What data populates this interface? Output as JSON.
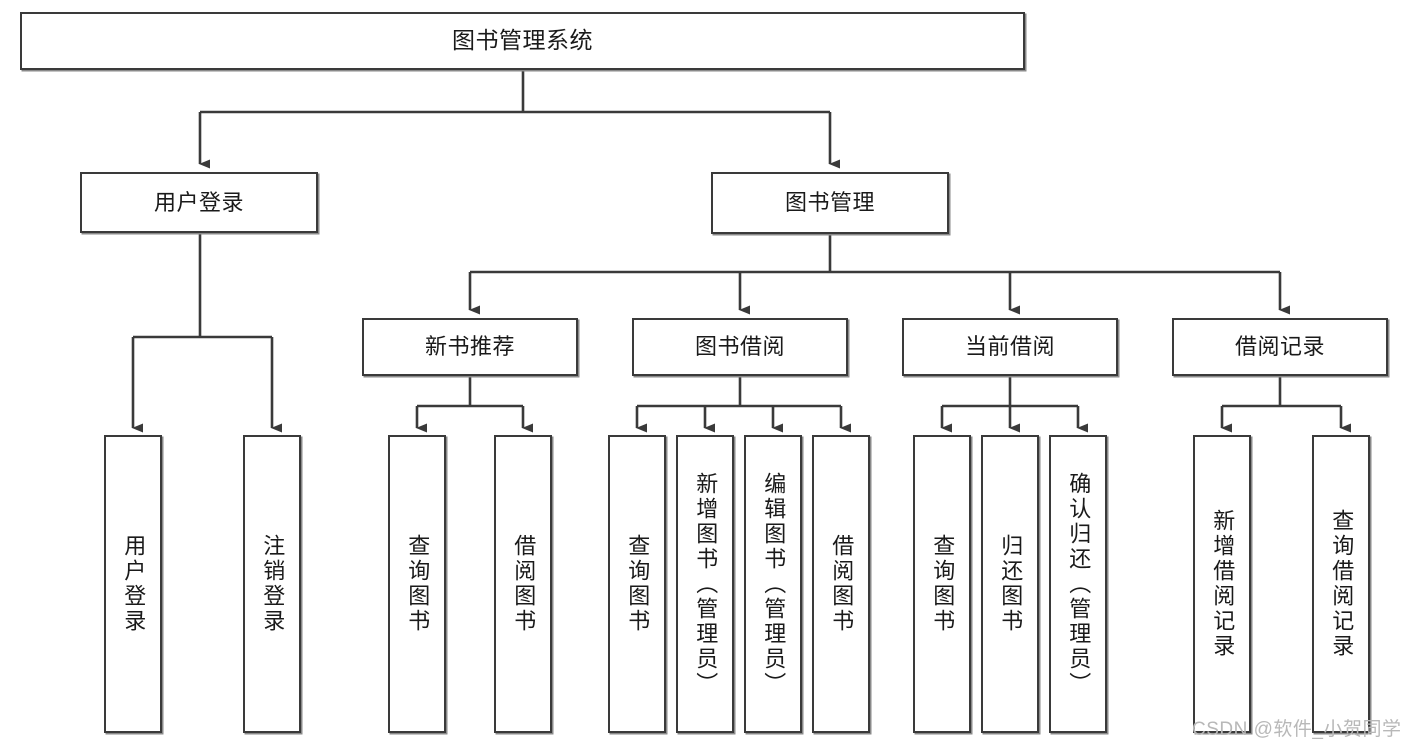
{
  "diagram": {
    "title": "图书管理系统",
    "type": "tree-hierarchy-chart",
    "stroke_color": "#3a3a3a",
    "fill_color": "#ffffff",
    "text_color": "#1a1a1a",
    "watermark": "CSDN @软件_小贺同学"
  },
  "nodes": {
    "root": {
      "label": "图书管理系统"
    },
    "level1": [
      {
        "id": "user-login",
        "label": "用户登录"
      },
      {
        "id": "book-management",
        "label": "图书管理"
      }
    ],
    "level2": [
      {
        "id": "new-book-recommend",
        "label": "新书推荐"
      },
      {
        "id": "book-borrow",
        "label": "图书借阅"
      },
      {
        "id": "current-borrow",
        "label": "当前借阅"
      },
      {
        "id": "borrow-record",
        "label": "借阅记录"
      }
    ],
    "leaves": {
      "user_login": [
        {
          "id": "leaf-user-login",
          "label": "用户登录"
        },
        {
          "id": "leaf-logout",
          "label": "注销登录"
        }
      ],
      "new_book_recommend": [
        {
          "id": "leaf-query-book-1",
          "label": "查询图书"
        },
        {
          "id": "leaf-borrow-book-1",
          "label": "借阅图书"
        }
      ],
      "book_borrow": [
        {
          "id": "leaf-query-book-2",
          "label": "查询图书"
        },
        {
          "id": "leaf-add-book",
          "label": "新增图书（管理员）"
        },
        {
          "id": "leaf-edit-book",
          "label": "编辑图书（管理员）"
        },
        {
          "id": "leaf-borrow-book-2",
          "label": "借阅图书"
        }
      ],
      "current_borrow": [
        {
          "id": "leaf-query-book-3",
          "label": "查询图书"
        },
        {
          "id": "leaf-return-book",
          "label": "归还图书"
        },
        {
          "id": "leaf-confirm-return",
          "label": "确认归还（管理员）"
        }
      ],
      "borrow_record": [
        {
          "id": "leaf-add-record",
          "label": "新增借阅记录"
        },
        {
          "id": "leaf-query-record",
          "label": "查询借阅记录"
        }
      ]
    }
  }
}
